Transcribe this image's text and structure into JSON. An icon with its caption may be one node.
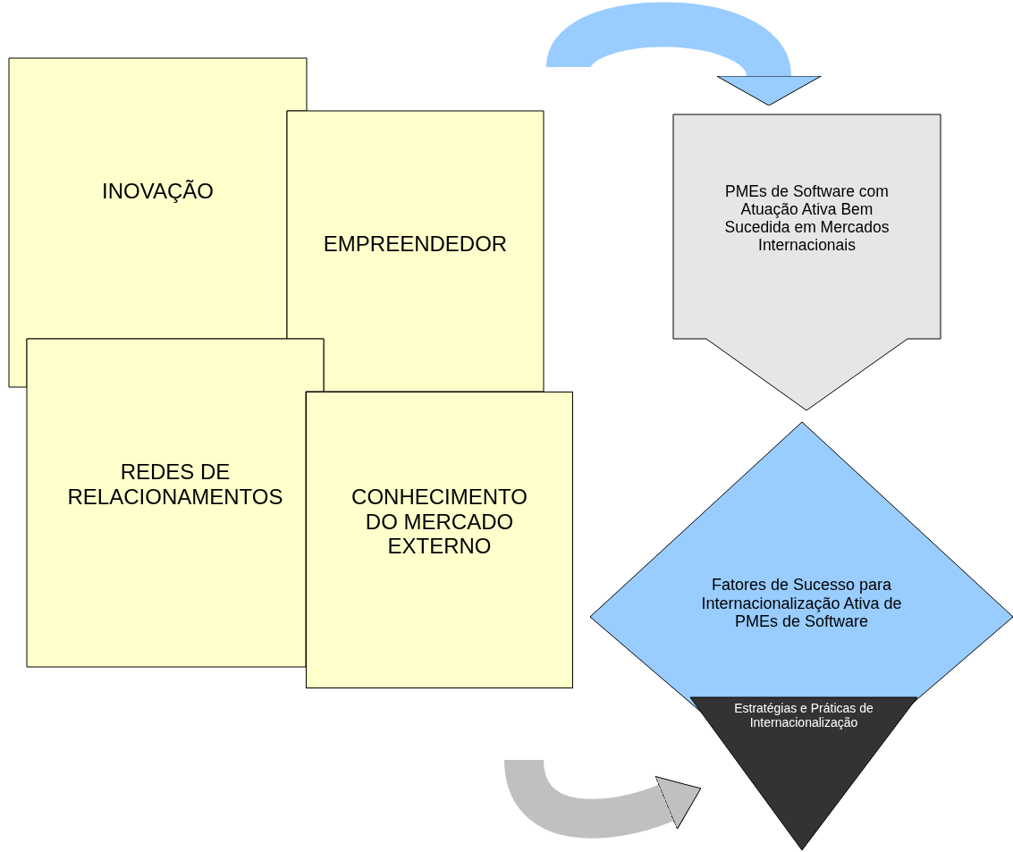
{
  "diagram": {
    "nodes": [
      {
        "text": [
          "INOVAÇÃO"
        ]
      },
      {
        "text": [
          "EMPREENDEDOR"
        ]
      },
      {
        "text": [
          "REDES DE RELACIONAMENTOS"
        ]
      },
      {
        "text": [
          "CONHECIMENTO DO MERCADO EXTERNO"
        ]
      },
      {
        "text": [
          "PMEs de Software com Atuação Ativa Bem Sucedida em Mercados Internacionais"
        ]
      },
      {
        "text": [
          "Fatores de Sucesso para Internacionalização Ativa de PMEs de Software"
        ]
      },
      {
        "text": [
          "Estratégias e Práticas de Internacionalização"
        ]
      }
    ],
    "edges": [
      {
        "from": null,
        "to": 4,
        "arrow": "to",
        "color": "#99ccff"
      },
      {
        "from": null,
        "to": 6,
        "arrow": "to",
        "color": "#c0c0c0"
      }
    ]
  }
}
